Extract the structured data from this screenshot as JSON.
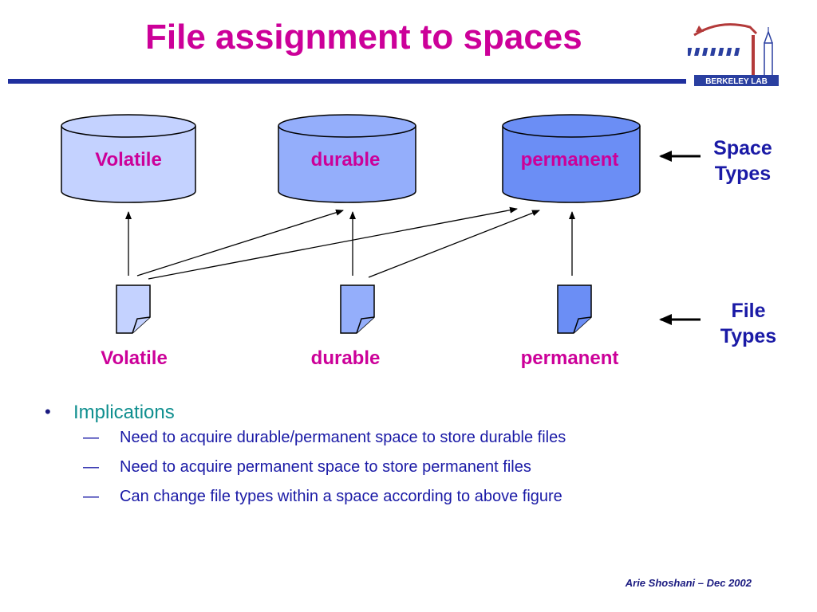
{
  "title": "File assignment to spaces",
  "logo": {
    "text": "BERKELEY LAB"
  },
  "diagram": {
    "space_types": [
      "Volatile",
      "durable",
      "permanent"
    ],
    "file_types": [
      "Volatile",
      "durable",
      "permanent"
    ],
    "space_types_label": [
      "Space",
      "Types"
    ],
    "file_types_label": [
      "File",
      "Types"
    ],
    "colors": {
      "volatile": "#c4d2ff",
      "durable": "#94aefb",
      "permanent": "#6b8ef5",
      "label": "#cc0099",
      "type_label": "#1a1aa6"
    }
  },
  "implications": {
    "heading": "Implications",
    "items": [
      "Need to acquire durable/permanent space to store durable files",
      "Need to acquire permanent space to store permanent files",
      "Can change file types within a space according to above figure"
    ]
  },
  "footer": "Arie Shoshani – Dec 2002"
}
